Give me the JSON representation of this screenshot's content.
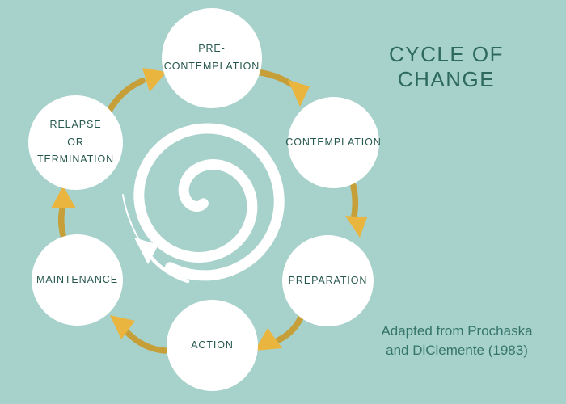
{
  "title": "CYCLE OF CHANGE",
  "attribution": [
    "Adapted from Prochaska",
    "and DiClemente (1983)"
  ],
  "stages": [
    {
      "id": "pre-contemplation",
      "label": [
        "PRE-",
        "CONTEMPLATION"
      ]
    },
    {
      "id": "contemplation",
      "label": [
        "CONTEMPLATION"
      ]
    },
    {
      "id": "preparation",
      "label": [
        "PREPARATION"
      ]
    },
    {
      "id": "action",
      "label": [
        "ACTION"
      ]
    },
    {
      "id": "maintenance",
      "label": [
        "MAINTENANCE"
      ]
    },
    {
      "id": "relapse-or-termination",
      "label": [
        "RELAPSE",
        "OR",
        "TERMINATION"
      ]
    }
  ],
  "flow": [
    {
      "from": "pre-contemplation",
      "to": "contemplation"
    },
    {
      "from": "contemplation",
      "to": "preparation"
    },
    {
      "from": "preparation",
      "to": "action"
    },
    {
      "from": "action",
      "to": "maintenance"
    },
    {
      "from": "maintenance",
      "to": "relapse-or-termination"
    },
    {
      "from": "relapse-or-termination",
      "to": "pre-contemplation"
    }
  ],
  "icons": {
    "center": "spiral-arrow-icon"
  },
  "colors": {
    "background": "#a7d1cb",
    "circle": "#ffffff",
    "title_text": "#2d695f",
    "label_text": "#27584f",
    "attribution_text": "#35756b",
    "arrow_head": "#eab53e",
    "arrow_tail": "#c69f38",
    "spiral": "#ffffff"
  }
}
